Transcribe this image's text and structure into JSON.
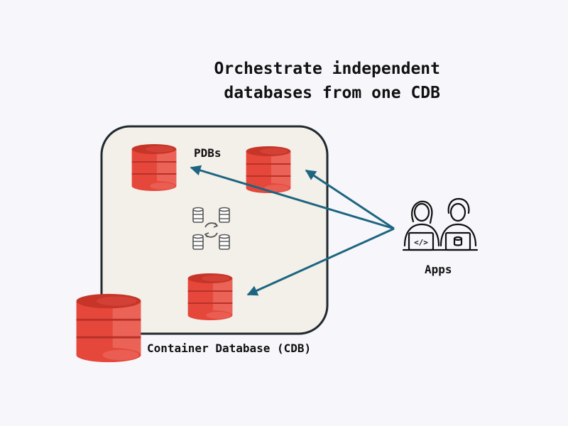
{
  "title": {
    "line1": "Orchestrate independent",
    "line2": "databases from one CDB"
  },
  "labels": {
    "pdbs": "PDBs",
    "apps": "Apps",
    "cdb": "Container Database (CDB)"
  },
  "colors": {
    "cdb_fill": "#f3efe9",
    "cdb_border": "#1f2a2e",
    "db_red": "#e5473a",
    "db_red_light": "#f07870",
    "db_red_dark": "#c63528",
    "arrow": "#1d6580",
    "icon_gray": "#555555"
  },
  "icons": {
    "sync": "database-sync-icon",
    "users": "developers-icon"
  }
}
